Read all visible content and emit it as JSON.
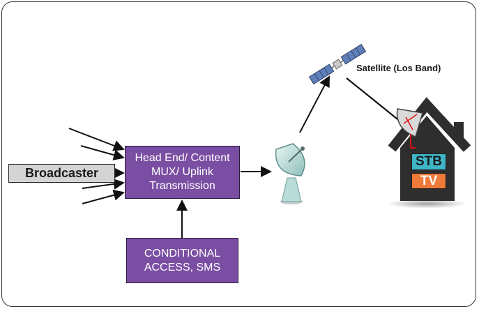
{
  "nodes": {
    "broadcaster": "Broadcaster",
    "head_end": "Head End/ Content MUX/ Uplink Transmission",
    "conditional_access": "CONDITIONAL ACCESS, SMS",
    "satellite_label": "Satellite (Los Band)",
    "stb": "STB",
    "tv": "TV"
  },
  "colors": {
    "process_box": "#7a4ea3",
    "broadcaster_box": "#d4d4d4",
    "stb_box": "#3fb6c8",
    "tv_box": "#f07a3a",
    "house": "#2e2e2e"
  },
  "icons": [
    "satellite-icon",
    "uplink-dish-icon",
    "house-icon",
    "roof-dish-icon"
  ]
}
